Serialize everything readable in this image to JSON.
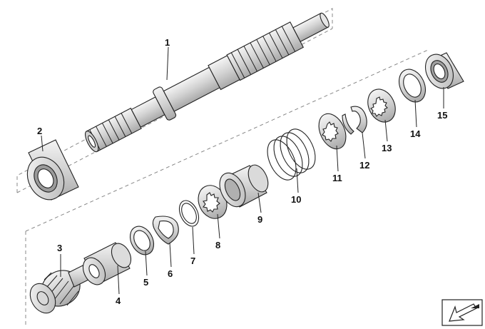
{
  "diagram": {
    "callouts": [
      {
        "id": "1",
        "label": "1"
      },
      {
        "id": "2",
        "label": "2"
      },
      {
        "id": "3",
        "label": "3"
      },
      {
        "id": "4",
        "label": "4"
      },
      {
        "id": "5",
        "label": "5"
      },
      {
        "id": "6",
        "label": "6"
      },
      {
        "id": "7",
        "label": "7"
      },
      {
        "id": "8",
        "label": "8"
      },
      {
        "id": "9",
        "label": "9"
      },
      {
        "id": "10",
        "label": "10"
      },
      {
        "id": "11",
        "label": "11"
      },
      {
        "id": "12",
        "label": "12"
      },
      {
        "id": "13",
        "label": "13"
      },
      {
        "id": "14",
        "label": "14"
      },
      {
        "id": "15",
        "label": "15"
      }
    ],
    "nav_icon": "arrow-corner-icon",
    "colors": {
      "line": "#222222",
      "dash": "#888888",
      "background": "#ffffff"
    }
  }
}
